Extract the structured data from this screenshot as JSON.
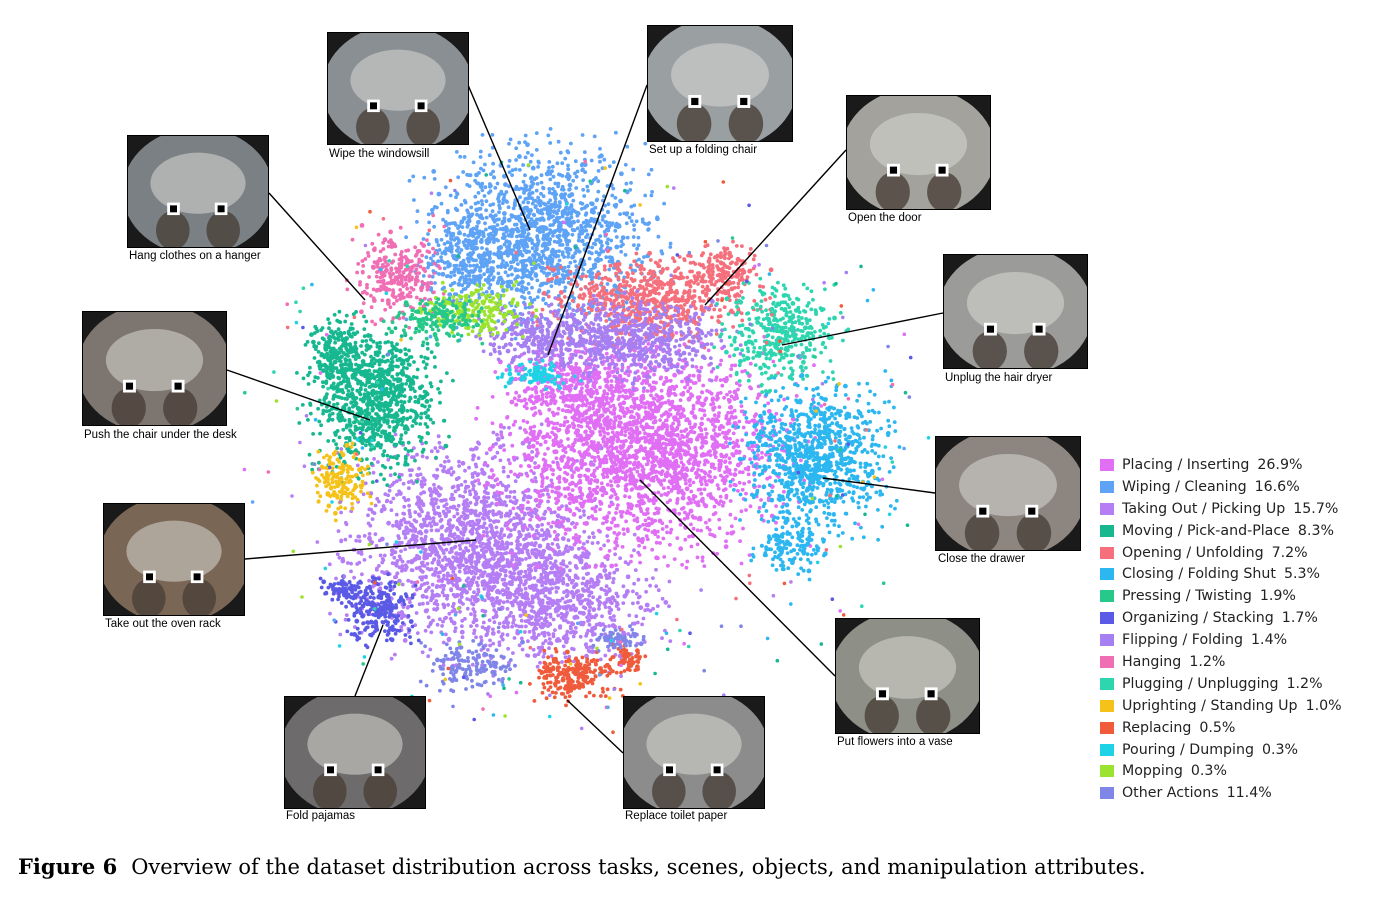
{
  "figure": {
    "number_label": "Figure 6",
    "caption": "Overview of the dataset distribution across tasks, scenes, objects, and manipulation attributes."
  },
  "thumbnails": [
    {
      "id": "wipe-windowsill",
      "label": "Wipe the windowsill",
      "tone": "#8a8f93"
    },
    {
      "id": "set-up-folding-chair",
      "label": "Set up a folding chair",
      "tone": "#9aa0a2"
    },
    {
      "id": "open-door",
      "label": "Open the door",
      "tone": "#a3a29c"
    },
    {
      "id": "hang-clothes",
      "label": "Hang clothes on a hanger",
      "tone": "#7b8084"
    },
    {
      "id": "unplug-hair-dryer",
      "label": "Unplug the hair dryer",
      "tone": "#9b9c99"
    },
    {
      "id": "push-chair",
      "label": "Push the chair under the desk",
      "tone": "#7d7570"
    },
    {
      "id": "close-drawer",
      "label": "Close the drawer",
      "tone": "#8c8580"
    },
    {
      "id": "take-out-oven-rack",
      "label": "Take out the oven rack",
      "tone": "#7a6655"
    },
    {
      "id": "put-flowers-vase",
      "label": "Put flowers into a vase",
      "tone": "#8e8f86"
    },
    {
      "id": "fold-pajamas",
      "label": "Fold pajamas",
      "tone": "#6d6b6b"
    },
    {
      "id": "replace-toilet-paper",
      "label": "Replace toilet paper",
      "tone": "#8c8c8c"
    }
  ],
  "legend": [
    {
      "label": "Placing / Inserting",
      "pct": "26.9%",
      "color": "#e06ff5"
    },
    {
      "label": "Wiping / Cleaning",
      "pct": "16.6%",
      "color": "#5ea3f5"
    },
    {
      "label": "Taking Out / Picking Up",
      "pct": "15.7%",
      "color": "#b57ef5"
    },
    {
      "label": "Moving / Pick-and-Place",
      "pct": "8.3%",
      "color": "#17b890"
    },
    {
      "label": "Opening / Unfolding",
      "pct": "7.2%",
      "color": "#f5707c"
    },
    {
      "label": "Closing / Folding Shut",
      "pct": "5.3%",
      "color": "#2cb7f0"
    },
    {
      "label": "Pressing / Twisting",
      "pct": "1.9%",
      "color": "#26c98a"
    },
    {
      "label": "Organizing / Stacking",
      "pct": "1.7%",
      "color": "#5a5ae6"
    },
    {
      "label": "Flipping / Folding",
      "pct": "1.4%",
      "color": "#a67ff2"
    },
    {
      "label": "Hanging",
      "pct": "1.2%",
      "color": "#f06eb4"
    },
    {
      "label": "Plugging / Unplugging",
      "pct": "1.2%",
      "color": "#2ed6b0"
    },
    {
      "label": "Uprighting / Standing Up",
      "pct": "1.0%",
      "color": "#f5c21a"
    },
    {
      "label": "Replacing",
      "pct": "0.5%",
      "color": "#f05b3c"
    },
    {
      "label": "Pouring / Dumping",
      "pct": "0.3%",
      "color": "#1fd3e6"
    },
    {
      "label": "Mopping",
      "pct": "0.3%",
      "color": "#9be32e"
    },
    {
      "label": "Other Actions",
      "pct": "11.4%",
      "color": "#7f86e8"
    }
  ]
}
